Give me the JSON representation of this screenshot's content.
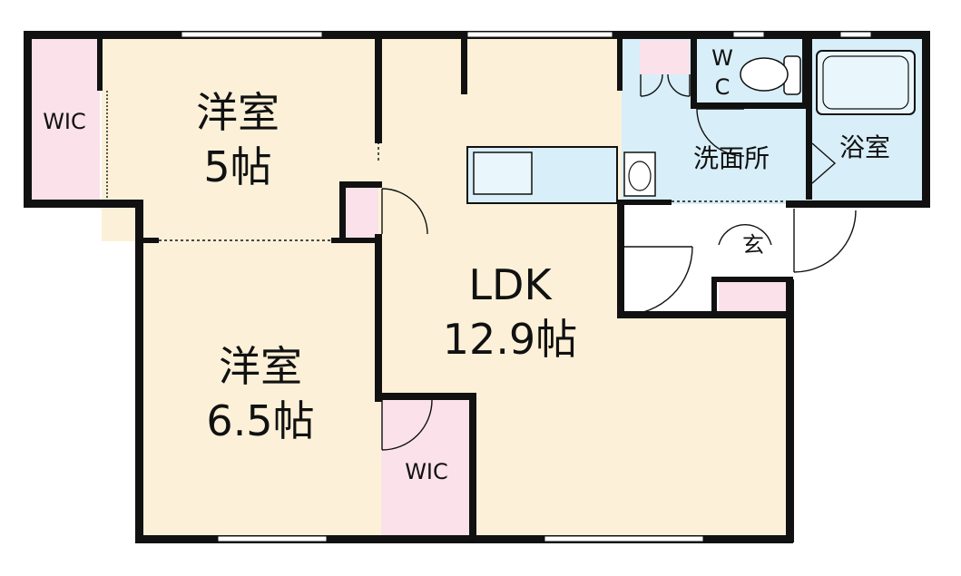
{
  "colors": {
    "wall": "#111111",
    "floor_wood": "#fcf1d8",
    "floor_wet": "#d8eef8",
    "storage": "#fbe1ea",
    "window": "#ffffff"
  },
  "rooms": {
    "wic_left": {
      "label": "WIC"
    },
    "bedroom_north": {
      "name": "洋室",
      "size": "5帖"
    },
    "bedroom_south": {
      "name": "洋室",
      "size": "6.5帖"
    },
    "ldk": {
      "name": "LDK",
      "size": "12.9帖"
    },
    "wic_center": {
      "label": "WIC"
    },
    "wc": {
      "line1": "W",
      "line2": "C"
    },
    "washroom": {
      "label": "洗面所"
    },
    "bathroom": {
      "label": "浴室"
    },
    "entrance": {
      "label": "玄"
    }
  }
}
